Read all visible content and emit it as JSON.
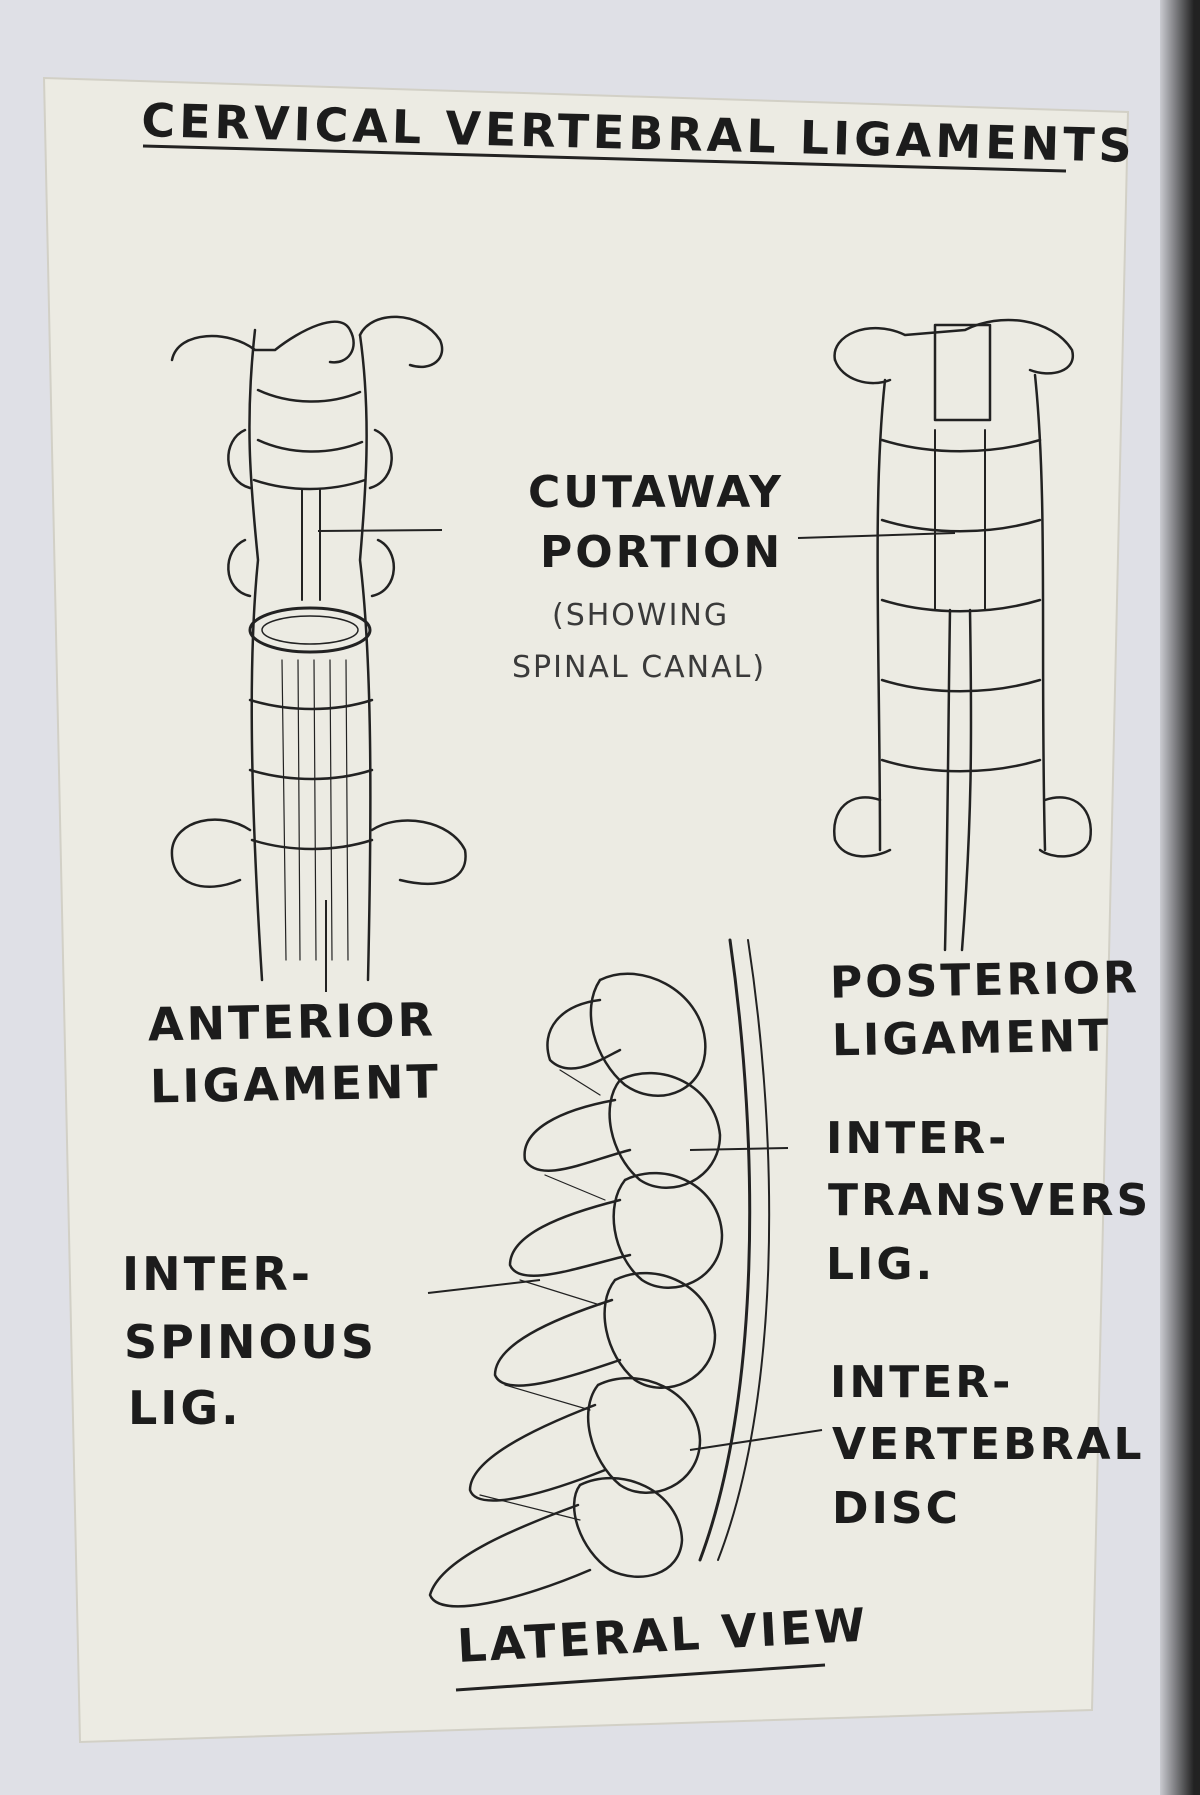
{
  "title": "CERVICAL VERTEBRAL LIGAMENTS",
  "labels": {
    "cutaway_line1": "CUTAWAY",
    "cutaway_line2": "PORTION",
    "cutaway_sub1": "(SHOWING",
    "cutaway_sub2": "SPINAL CANAL)",
    "anterior_line1": "ANTERIOR",
    "anterior_line2": "LIGAMENT",
    "posterior_line1": "POSTERIOR",
    "posterior_line2": "LIGAMENT",
    "intertrans_line1": "INTER-",
    "intertrans_line2": "TRANSVERS",
    "intertrans_line3": "LIG.",
    "interspinous_line1": "INTER-",
    "interspinous_line2": "SPINOUS",
    "interspinous_line3": "LIG.",
    "intervertebral_line1": "INTER-",
    "intervertebral_line2": "VERTEBRAL",
    "intervertebral_line3": "DISC",
    "lateral_view": "LATERAL VIEW"
  },
  "colors": {
    "paper": "#ecebe3",
    "ink": "#1c1c1c",
    "wall": "#dfe0e6"
  }
}
